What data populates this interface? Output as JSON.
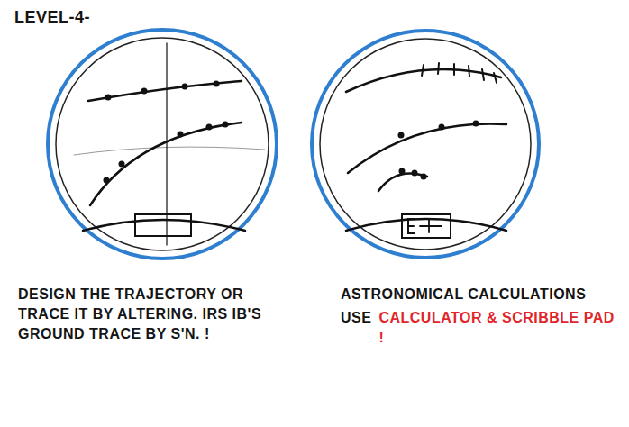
{
  "diagram": {
    "title": "LEVEL-4-",
    "labels": [
      "DESIGN THE TRAJECTORY OR TRACE IT BY ALTERING. IRS IB'S GROUND TRACE BY S'N. !",
      "ASTRONOMICAL CALCULATIONS",
      "USE",
      "CALCULATOR & SCRIBBLE PAD !"
    ]
  }
}
